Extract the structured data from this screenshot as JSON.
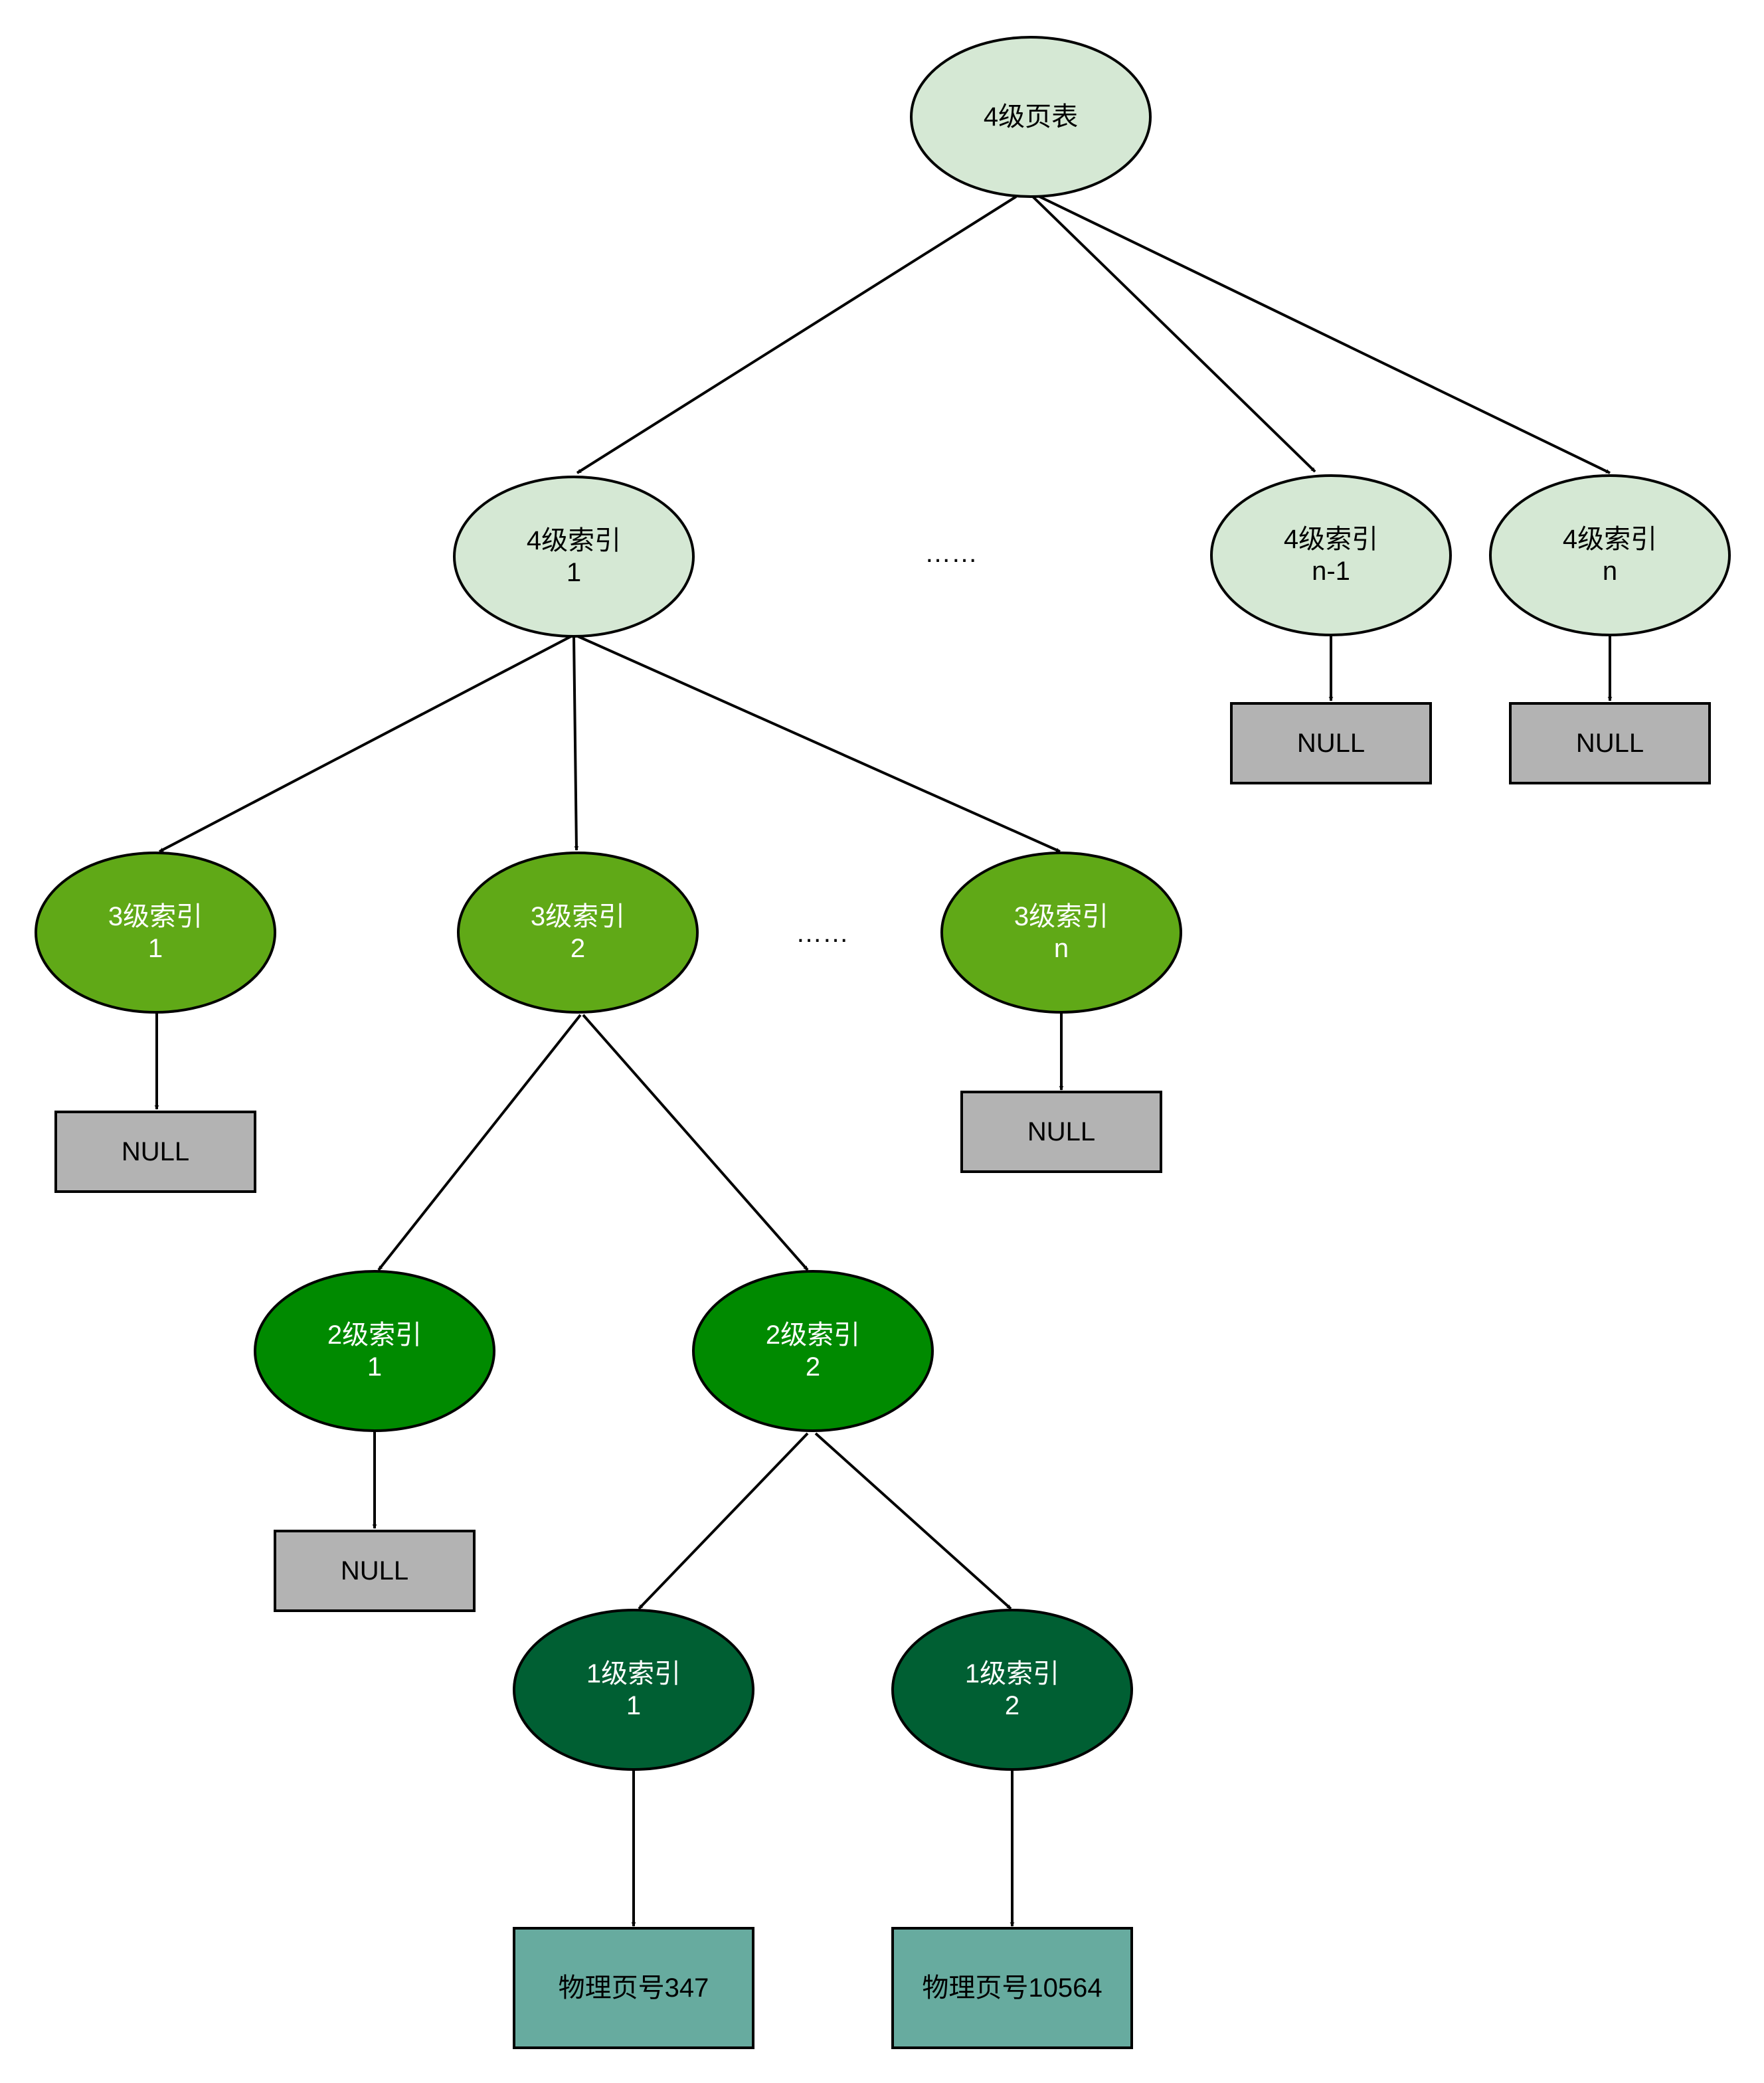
{
  "colors": {
    "level4": "#d5e8d4",
    "level3": "#60a917",
    "level2": "#008a00",
    "level1": "#005f33",
    "null_box": "#b3b3b3",
    "page_box": "#67ab9f",
    "dark_text": "#000000",
    "light_text": "#ffffff"
  },
  "nodes": {
    "root": {
      "lines": [
        "4级页表"
      ]
    },
    "l4_1": {
      "lines": [
        "4级索引",
        "1"
      ]
    },
    "l4_dots": {
      "text": "……"
    },
    "l4_n1": {
      "lines": [
        "4级索引",
        "n-1"
      ]
    },
    "l4_n": {
      "lines": [
        "4级索引",
        "n"
      ]
    },
    "null_l4_n1": {
      "text": "NULL"
    },
    "null_l4_n": {
      "text": "NULL"
    },
    "l3_1": {
      "lines": [
        "3级索引",
        "1"
      ]
    },
    "l3_2": {
      "lines": [
        "3级索引",
        "2"
      ]
    },
    "l3_dots": {
      "text": "……"
    },
    "l3_n": {
      "lines": [
        "3级索引",
        "n"
      ]
    },
    "null_l3_1": {
      "text": "NULL"
    },
    "null_l3_n": {
      "text": "NULL"
    },
    "l2_1": {
      "lines": [
        "2级索引",
        "1"
      ]
    },
    "l2_2": {
      "lines": [
        "2级索引",
        "2"
      ]
    },
    "null_l2_1": {
      "text": "NULL"
    },
    "l1_1": {
      "lines": [
        "1级索引",
        "1"
      ]
    },
    "l1_2": {
      "lines": [
        "1级索引",
        "2"
      ]
    },
    "page_347": {
      "text": "物理页号347"
    },
    "page_10564": {
      "text": "物理页号10564"
    }
  }
}
